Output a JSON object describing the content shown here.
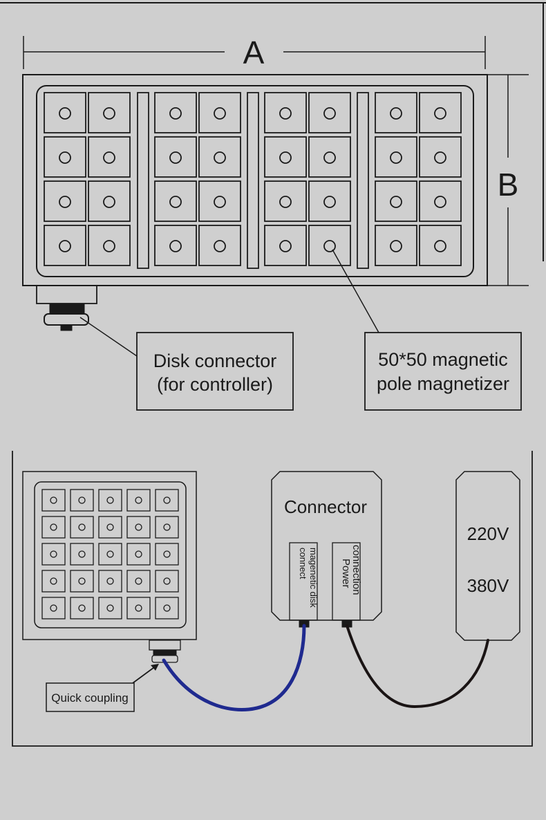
{
  "top_diagram": {
    "dimension_a": "A",
    "dimension_b": "B",
    "callout_disk": {
      "line1": "Disk connector",
      "line2": "(for controller)"
    },
    "callout_magnetizer": {
      "line1": "50*50 magnetic",
      "line2": "pole magnetizer"
    }
  },
  "bottom_diagram": {
    "connector_title": "Connector",
    "port_disk": {
      "line1": "connect",
      "line2": "magenetic disk"
    },
    "port_power": {
      "line1": "Power",
      "line2": "connection"
    },
    "voltage_1": "220V",
    "voltage_2": "380V",
    "quick_coupling_label": "Quick coupling"
  },
  "colors": {
    "background": "#cfcfcf",
    "line": "#1a1a1a",
    "blue_cable": "#1f2a8f",
    "black_cable": "#1a1414"
  }
}
